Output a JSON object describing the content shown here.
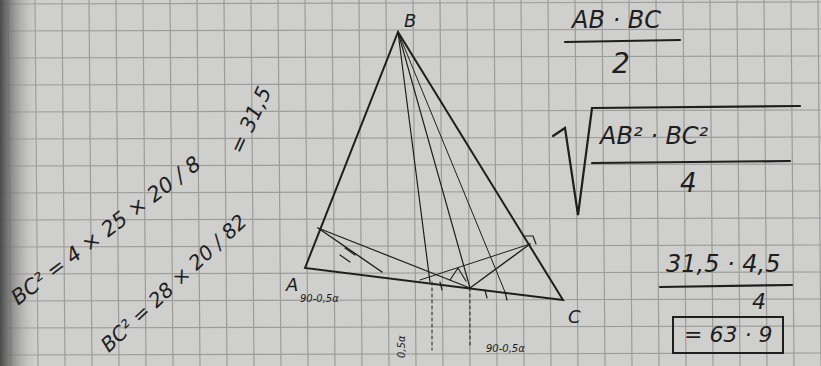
{
  "diagram": {
    "nodes": [
      {
        "text": [
          "= 63 · 9"
        ]
      }
    ],
    "labels": [
      "B",
      "A",
      "C",
      "AB · BC",
      "2",
      "AB² · BC²",
      "4",
      "31,5 · 4,5",
      "4",
      "BC² = 4 × 25 × 20 / 8",
      "= 31,5",
      "BC² = 28 × 20 / 82",
      "90-0,5α",
      "0,5α",
      "90-0,5α"
    ]
  }
}
